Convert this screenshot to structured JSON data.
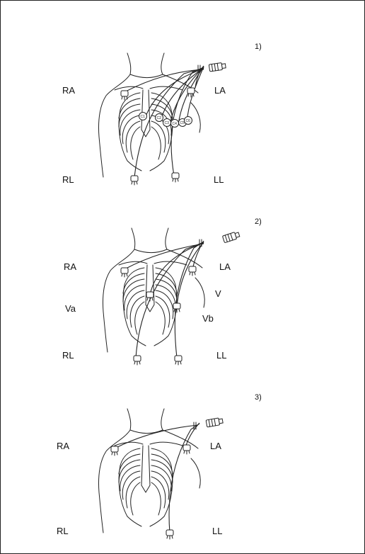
{
  "figures": [
    {
      "number": "1)",
      "labels": {
        "ra": "RA",
        "la": "LA",
        "rl": "RL",
        "ll": "LL"
      },
      "chest_electrodes": [
        "C1",
        "C2",
        "C3",
        "C4",
        "C5",
        "C6"
      ]
    },
    {
      "number": "2)",
      "labels": {
        "ra": "RA",
        "la": "LA",
        "rl": "RL",
        "ll": "LL",
        "va": "Va",
        "v": "V",
        "vb": "Vb"
      }
    },
    {
      "number": "3)",
      "labels": {
        "ra": "RA",
        "la": "LA",
        "rl": "RL",
        "ll": "LL"
      }
    }
  ]
}
